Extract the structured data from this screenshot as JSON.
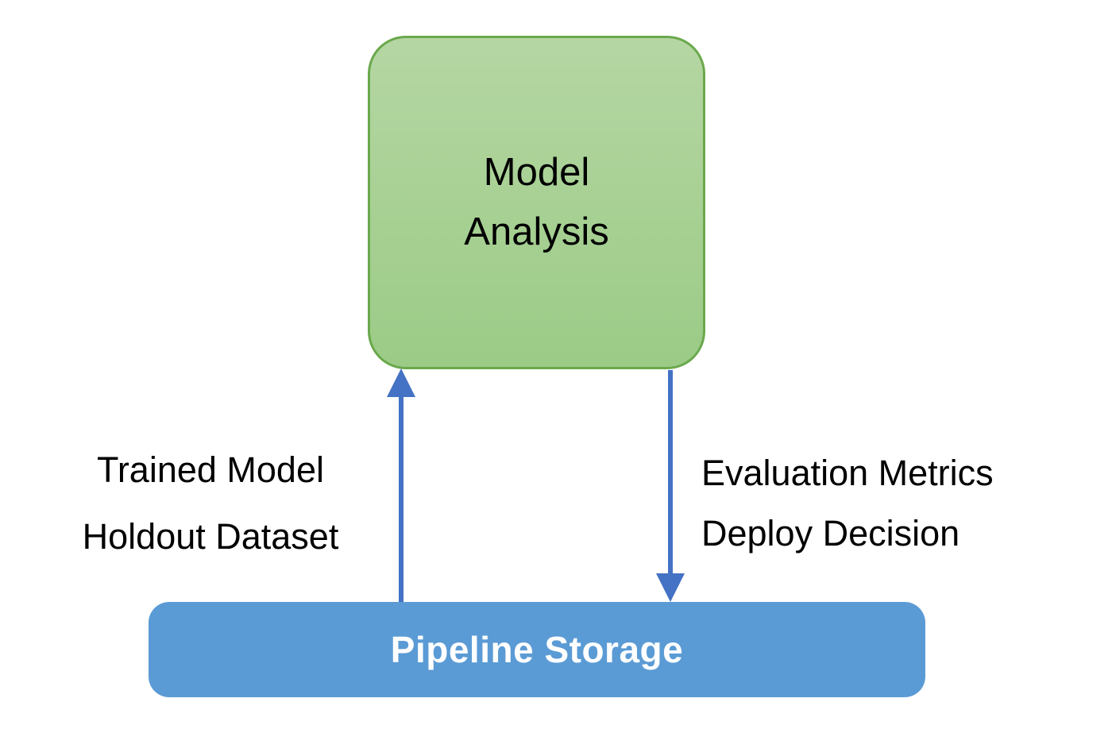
{
  "diagram": {
    "nodes": {
      "model_analysis": {
        "lines": [
          "Model",
          "Analysis"
        ]
      },
      "pipeline_storage": {
        "label": "Pipeline Storage"
      }
    },
    "edges": {
      "storage_to_analysis": {
        "direction": "up",
        "lines": [
          "Trained Model",
          "Holdout Dataset"
        ]
      },
      "analysis_to_storage": {
        "direction": "down",
        "lines": [
          "Evaluation Metrics",
          "Deploy Decision"
        ]
      }
    },
    "colors": {
      "model_analysis_fill_top": "#B5D6A3",
      "model_analysis_fill_bottom": "#9BCB86",
      "model_analysis_border": "#6AA84C",
      "pipeline_storage_fill": "#5B9BD5",
      "pipeline_storage_text": "#FFFFFF",
      "arrow": "#4472C4",
      "label_text": "#000000",
      "background": "#FFFFFF"
    }
  }
}
